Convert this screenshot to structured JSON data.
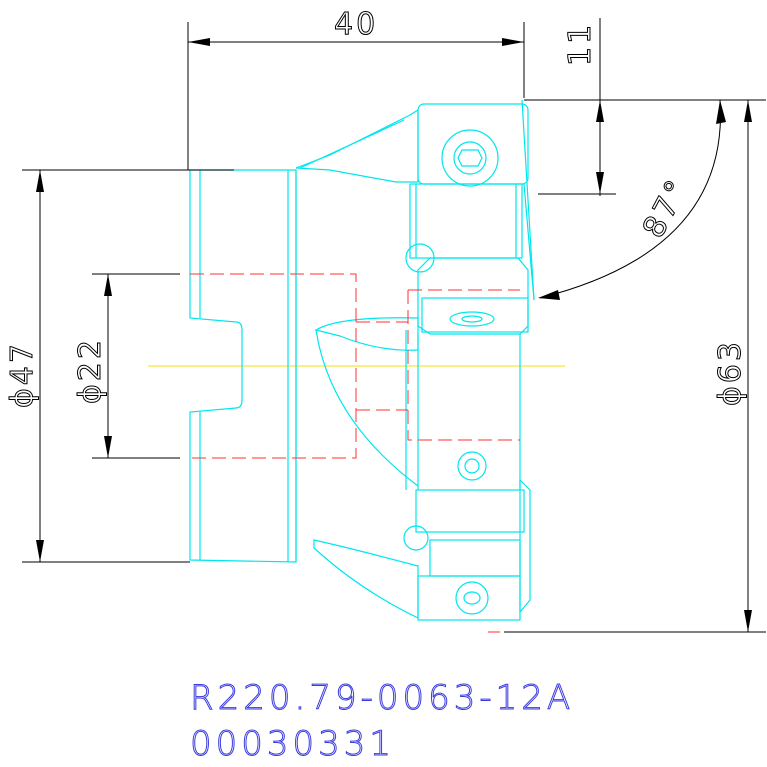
{
  "dimensions": {
    "length": "40",
    "offset": "11",
    "angle": "87°",
    "dia_63": "ϕ63",
    "dia_47": "ϕ47",
    "dia_22": "ϕ22"
  },
  "part": {
    "code": "R220.79-0063-12A",
    "number": "00030331"
  },
  "colors": {
    "outline": "#00e6ee",
    "dimension": "#000000",
    "hidden": "#ff3030",
    "centerline": "#f0e000",
    "title": "#3a3ae0"
  }
}
